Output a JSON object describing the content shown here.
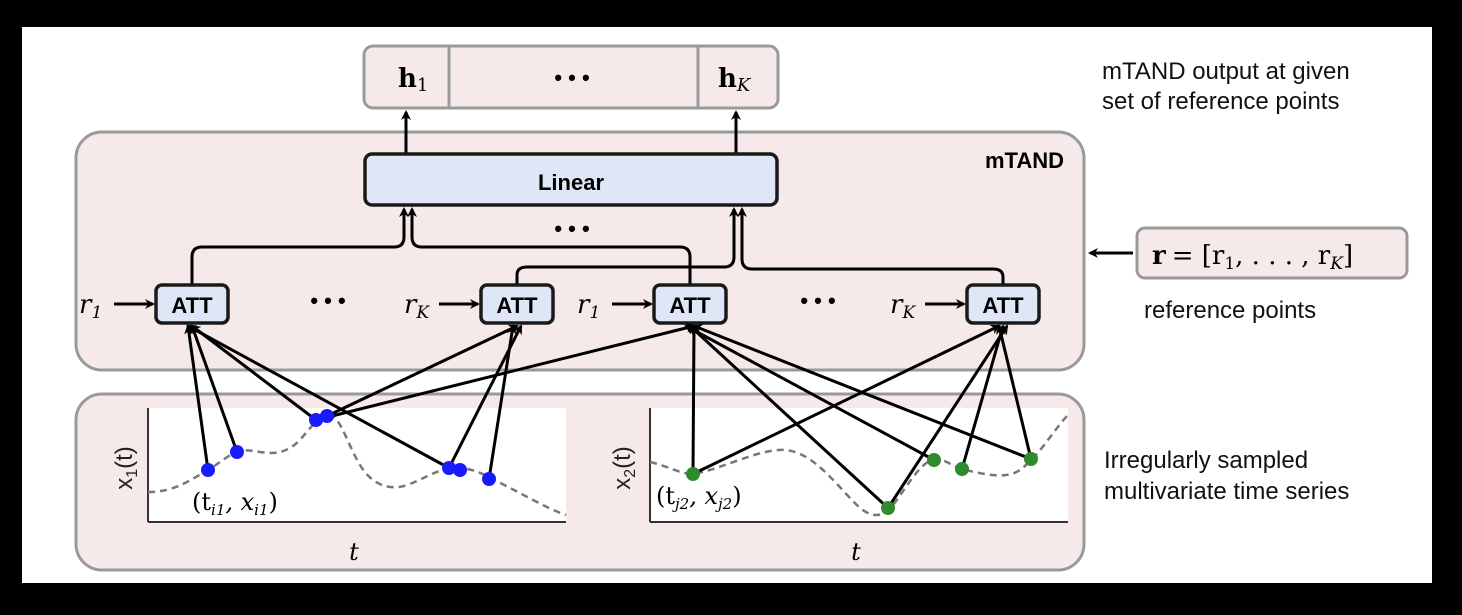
{
  "output_box": {
    "first": "h",
    "first_sub": "1",
    "ellipsis": "• • •",
    "last": "h",
    "last_sub": "K"
  },
  "output_caption": {
    "line1": "mTAND output at given",
    "line2": "set of reference points"
  },
  "mtand_module": {
    "title": "mTAND",
    "linear_label": "Linear",
    "ellipsis_mid": "• • •",
    "att_label": "ATT",
    "att_blocks": [
      {
        "ref": "r",
        "ref_sub": "1"
      },
      {
        "ref": "r",
        "ref_sub": "K"
      },
      {
        "ref": "r",
        "ref_sub": "1"
      },
      {
        "ref": "r",
        "ref_sub": "K"
      }
    ],
    "between_ellipsis": "• • •"
  },
  "reference_input": {
    "expr_bold": "r",
    "expr_rest": "= [r",
    "sub1": "1",
    "mid": ", . . . , r",
    "subK": "K",
    "close": "]",
    "caption": "reference points"
  },
  "time_series": {
    "caption_line1": "Irregularly sampled",
    "caption_line2": "multivariate time series",
    "plots": [
      {
        "ylabel": "x",
        "ylabel_sub": "1",
        "ylabel_rest": "(t)",
        "xlabel": "t",
        "point_label": "(t",
        "point_sub1": "i1",
        "point_mid": ", x",
        "point_sub2": "i1",
        "point_close": ")",
        "color": "#1a1aff"
      },
      {
        "ylabel": "x",
        "ylabel_sub": "2",
        "ylabel_rest": "(t)",
        "xlabel": "t",
        "point_label": "(t",
        "point_sub1": "j2",
        "point_mid": ", x",
        "point_sub2": "j2",
        "point_close": ")",
        "color": "#2e8b2e"
      }
    ]
  },
  "colors": {
    "panel_fill": "#f6e9e9",
    "panel_stroke": "#9a9a9a",
    "block_fill": "#dfe6f6",
    "block_stroke": "#1a1a1a"
  }
}
